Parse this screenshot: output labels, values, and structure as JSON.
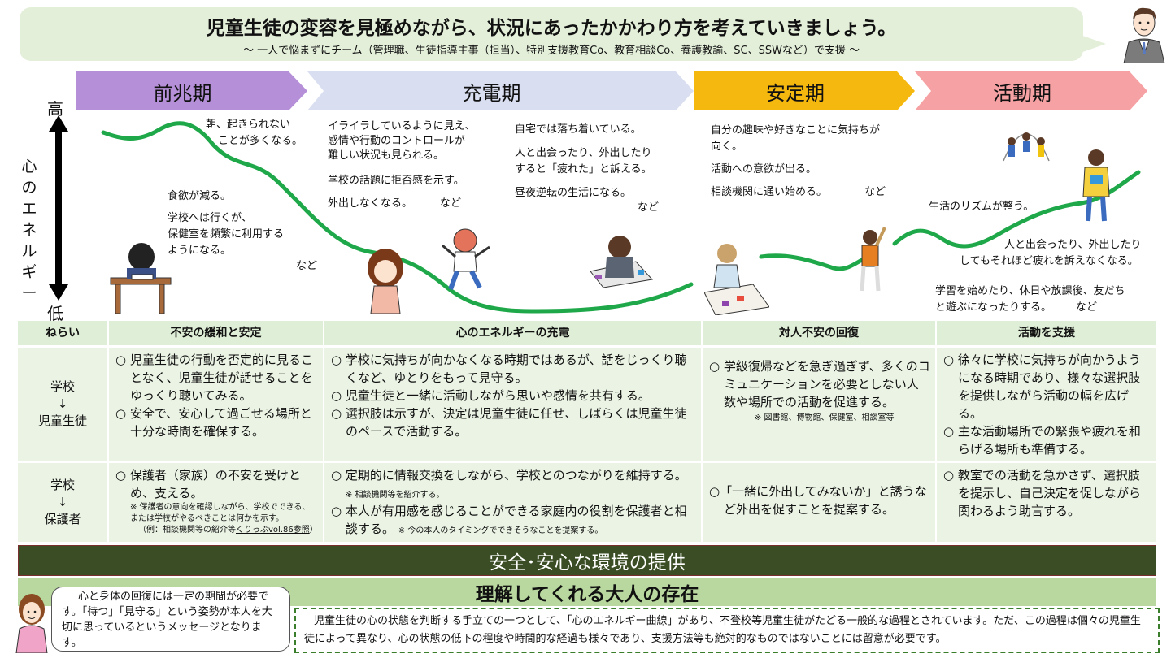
{
  "header": {
    "title": "児童生徒の変容を見極めながら、状況にあったかかわり方を考えていきましょう。",
    "subtitle": "～ 一人で悩まずにチーム（管理職、生徒指導主事（担当）、特別支援教育Co、教育相談Co、養護教諭、SC、SSWなど）で支援 ～"
  },
  "phases": [
    {
      "label": "前兆期",
      "color": "#b58fd8"
    },
    {
      "label": "充電期",
      "color": "#d9dff1"
    },
    {
      "label": "安定期",
      "color": "#f5b80f"
    },
    {
      "label": "活動期",
      "color": "#f6a1a3"
    }
  ],
  "axis": {
    "high": "高",
    "low": "低",
    "label": "心のエネルギー"
  },
  "curve_color": "#1fa84a",
  "notes": {
    "morning": [
      "朝、起きられない",
      "ことが多くなる。"
    ],
    "appetite": "食欲が減る。",
    "nurse_room": [
      "学校へは行くが、",
      "保健室を頻繁に利用する",
      "ようになる。"
    ],
    "nado1": "など",
    "irritated": [
      "イライラしているように見え、",
      "感情や行動のコントロールが",
      "難しい状況も見られる。"
    ],
    "refuse_school": "学校の話題に拒否感を示す。",
    "no_going_out": "外出しなくなる。",
    "nado2": "など",
    "calm_home": "自宅では落ち着いている。",
    "tired": [
      "人と出会ったり、外出したり",
      "すると「疲れた」と訴える。"
    ],
    "day_night": "昼夜逆転の生活になる。",
    "nado3": "など",
    "hobby": [
      "自分の趣味や好きなことに気持ちが",
      "向く。"
    ],
    "motivation": "活動への意欲が出る。",
    "consult": "相談機関に通い始める。",
    "nado4": "など",
    "rhythm": "生活のリズムが整う。",
    "not_tired": [
      "人と出会ったり、外出したり",
      "してもそれほど疲れを訴えなくなる。"
    ],
    "study": "学習を始めたり、休日や放課後、友だち",
    "play": "と遊ぶになったりする。",
    "nado5": "など"
  },
  "table": {
    "headers": [
      "ねらい",
      "不安の緩和と安定",
      "心のエネルギーの充電",
      "対人不安の回復",
      "活動を支援"
    ],
    "rows": [
      {
        "head": [
          "学校",
          "↓",
          "児童生徒"
        ],
        "cells": [
          [
            "○ 児童生徒の行動を否定的に見ることなく、児童生徒が話せることをゆっくり聴いてみる。",
            "○ 安全で、安心して過ごせる場所と十分な時間を確保する。"
          ],
          [
            "○ 学校に気持ちが向かなくなる時期ではあるが、話をじっくり聴くなど、ゆとりをもって見守る。",
            "○ 児童生徒と一緒に活動しながら思いや感情を共有する。",
            "○ 選択肢は示すが、決定は児童生徒に任せ、しばらくは児童生徒のペースで活動する。"
          ],
          [
            "○ 学級復帰などを急ぎ過ぎず、多くのコミュニケーションを必要としない人数や場所での活動を促進する。"
          ],
          [
            "○ 徐々に学校に気持ちが向かうようになる時期であり、様々な選択肢を提供しながら活動の幅を広げる。",
            "○ 主な活動場所での緊張や疲れを和らげる場所も準備する。"
          ]
        ],
        "footnote": "※ 図書館、博物館、保健室、相談室等"
      },
      {
        "head": [
          "学校",
          "↓",
          "保護者"
        ],
        "cells": [
          [
            "○ 保護者（家族）の不安を受けとめ、支える。"
          ],
          [
            "○ 定期的に情報交換をしながら、学校とのつながりを維持する。",
            "○ 本人が有用感を感じることができる家庭内の役割を保護者と相談する。"
          ],
          [
            "○「一緒に外出してみないか」と誘うなど外出を促すことを提案する。"
          ],
          [
            "○ 教室での活動を急かさず、選択肢を提示し、自己決定を促しながら関わるよう助言する。"
          ]
        ],
        "note_parent": "※ 保護者の意向を確認しながら、学校でできる、または学校がやるべきことは何かを示す。",
        "note_example": "（例：相談機関等の紹介等",
        "note_ref": "くりっぷvol.86参照",
        "note_close": "）",
        "note_intro": "※ 相談機関等を紹介する。",
        "note_timing": "※ 今の本人のタイミングでできそうなことを提案する。"
      }
    ]
  },
  "bottom": {
    "safe": "安全･安心な環境の提供",
    "adult": "理解してくれる大人の存在",
    "speech": "心と身体の回復には一定の期間が必要です。「待つ」「見守る」という姿勢が本人を大切に思っているというメッセージとなります。",
    "note": "児童生徒の心の状態を判断する手立ての一つとして、「心のエネルギー曲線」があり、不登校等児童生徒がたどる一般的な過程とされています。ただ、この過程は個々の児童生徒によって異なり、心の状態の低下の程度や時間的な経過も様々であり、支援方法等も絶対的なものではないことには留意が必要です。"
  }
}
